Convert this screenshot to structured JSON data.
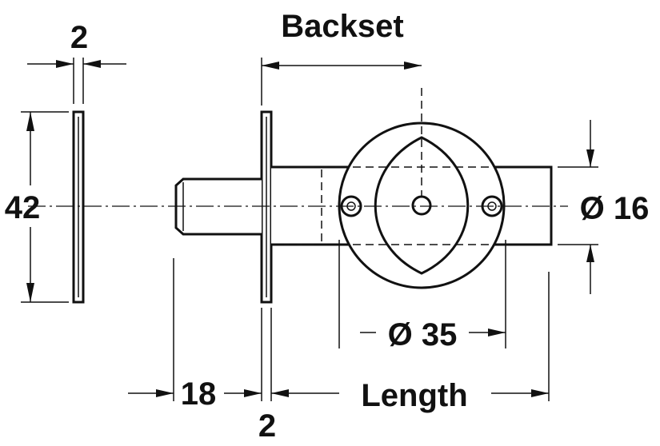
{
  "labels": {
    "backset": "Backset",
    "plate_thickness_top": "2",
    "height": "42",
    "bolt_diameter": "Ø 16",
    "rose_diameter": "Ø 35",
    "projection": "18",
    "plate_thickness_bottom": "2",
    "length": "Length"
  },
  "colors": {
    "line": "#111111",
    "background": "#ffffff"
  }
}
